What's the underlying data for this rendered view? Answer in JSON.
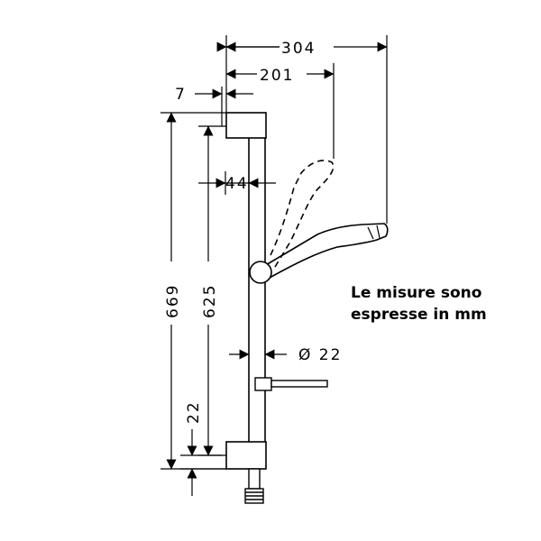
{
  "dimensions": {
    "width_total": "304",
    "width_head": "201",
    "offset_wall": "7",
    "offset_bar": "44",
    "height_total": "669",
    "height_bar": "625",
    "height_bottom": "22",
    "diameter": "Ø 22"
  },
  "note": {
    "line1": "Le misure sono",
    "line2": "espresse in mm"
  }
}
